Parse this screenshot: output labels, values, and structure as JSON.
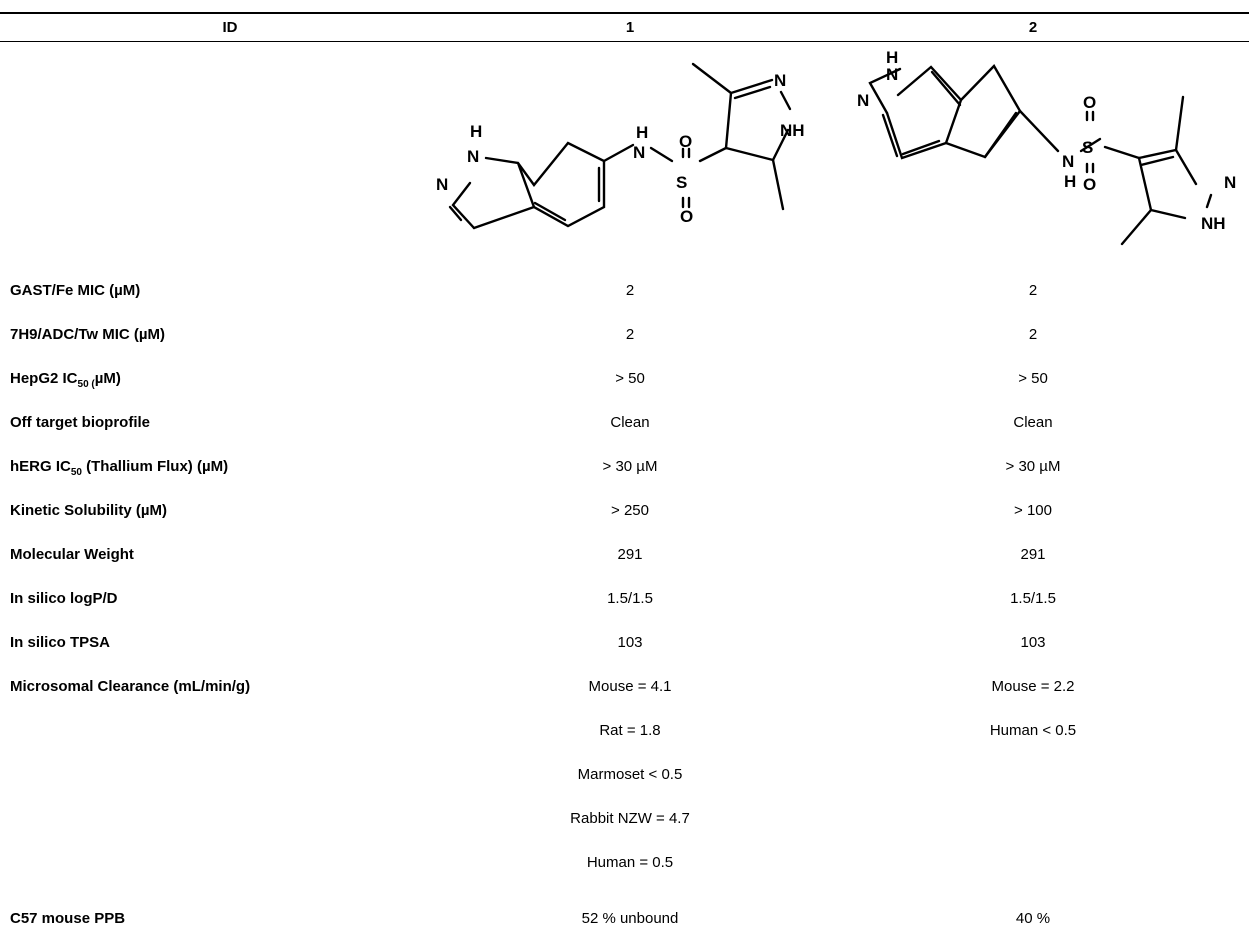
{
  "header": {
    "id": "ID",
    "col1": "1",
    "col2": "2"
  },
  "rows": [
    {
      "label_pre": "GAST/Fe MIC (µM)",
      "label_sub": "",
      "label_post": "",
      "v1": "2",
      "v2": "2"
    },
    {
      "label_pre": "7H9/ADC/Tw MIC (µM)",
      "label_sub": "",
      "label_post": "",
      "v1": "2",
      "v2": "2"
    },
    {
      "label_pre": "HepG2 IC",
      "label_sub": "50 (",
      "label_post": "µM)",
      "v1": "> 50",
      "v2": "> 50"
    },
    {
      "label_pre": "Off target bioprofile",
      "label_sub": "",
      "label_post": "",
      "v1": "Clean",
      "v2": "Clean"
    },
    {
      "label_pre": "hERG IC",
      "label_sub": "50",
      "label_post": " (Thallium Flux) (µM)",
      "v1": "> 30 µM",
      "v2": "> 30 µM"
    },
    {
      "label_pre": "Kinetic Solubility (µM)",
      "label_sub": "",
      "label_post": "",
      "v1": "> 250",
      "v2": "> 100"
    },
    {
      "label_pre": "Molecular Weight",
      "label_sub": "",
      "label_post": "",
      "v1": "291",
      "v2": "291"
    },
    {
      "label_pre": "In silico logP/D",
      "label_sub": "",
      "label_post": "",
      "v1": "1.5/1.5",
      "v2": "1.5/1.5"
    },
    {
      "label_pre": "In silico TPSA",
      "label_sub": "",
      "label_post": "",
      "v1": "103",
      "v2": "103"
    },
    {
      "label_pre": "Microsomal Clearance (mL/min/g)",
      "label_sub": "",
      "label_post": "",
      "v1": "Mouse = 4.1",
      "v2": "Mouse = 2.2"
    }
  ],
  "clearance_extra": [
    {
      "v1": "Rat = 1.8",
      "v2": "Human < 0.5"
    },
    {
      "v1": "Marmoset < 0.5",
      "v2": ""
    },
    {
      "v1": "Rabbit NZW = 4.7",
      "v2": ""
    },
    {
      "v1": "Human = 0.5",
      "v2": ""
    }
  ],
  "ppb": {
    "label": "C57 mouse PPB",
    "v1": "52 % unbound",
    "v2": "40 %"
  },
  "structure_atoms": {
    "h": "H",
    "n": "N",
    "nh": "NH",
    "s": "S",
    "o": "O"
  }
}
